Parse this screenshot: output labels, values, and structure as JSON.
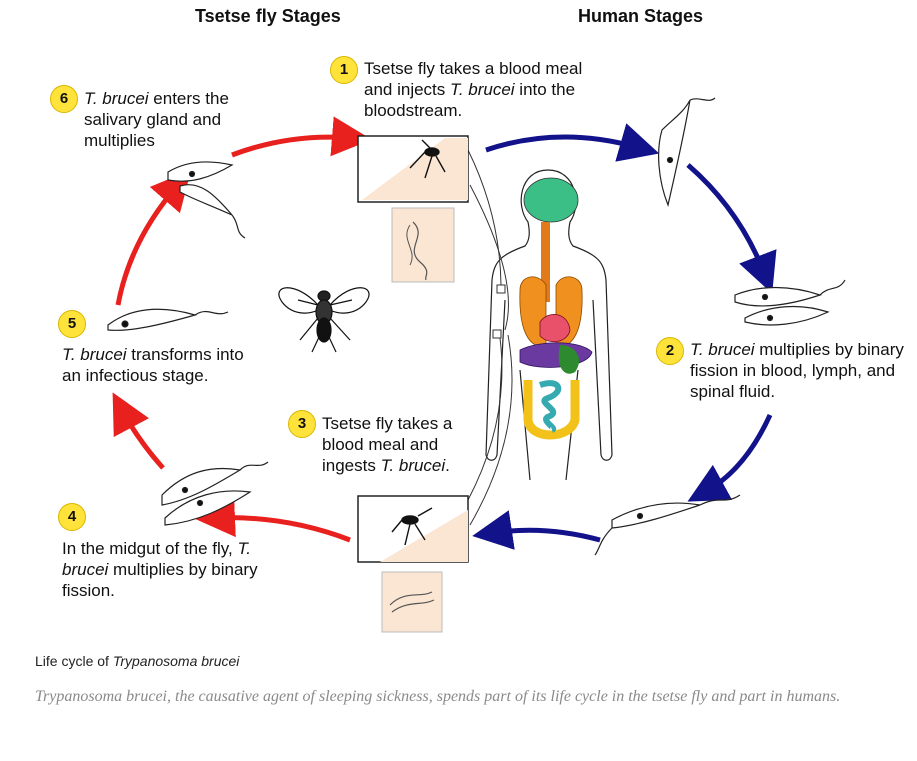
{
  "headers": {
    "tsetse": "Tsetse fly Stages",
    "human": "Human Stages"
  },
  "steps": [
    {
      "num": "1",
      "pre": "Tsetse fly takes a blood meal and injects ",
      "italic": "T. brucei",
      "post": " into the bloodstream."
    },
    {
      "num": "2",
      "pre": "",
      "italic": "T. brucei",
      "post": " multiplies by binary fission in blood, lymph, and spinal fluid."
    },
    {
      "num": "3",
      "pre": "Tsetse fly takes a blood meal and ingests ",
      "italic": "T. brucei",
      "post": "."
    },
    {
      "num": "4",
      "pre": "In the midgut of the fly, ",
      "italic": "T. brucei",
      "post": " multiplies by binary fission."
    },
    {
      "num": "5",
      "pre": "",
      "italic": "T. brucei",
      "post": " transforms into an infectious stage."
    },
    {
      "num": "6",
      "pre": "",
      "italic": "T. brucei",
      "post": " enters the salivary gland and multiplies"
    }
  ],
  "caption": {
    "prefix": "Life cycle of ",
    "italic": "Trypanosoma brucei"
  },
  "description": "Trypanosoma brucei, the causative agent of sleeping sickness, spends part of its life cycle in the tsetse fly and part in humans.",
  "colors": {
    "tsetse_arrow": "#e8201e",
    "human_arrow": "#12128a",
    "badge": "#ffe33a"
  }
}
